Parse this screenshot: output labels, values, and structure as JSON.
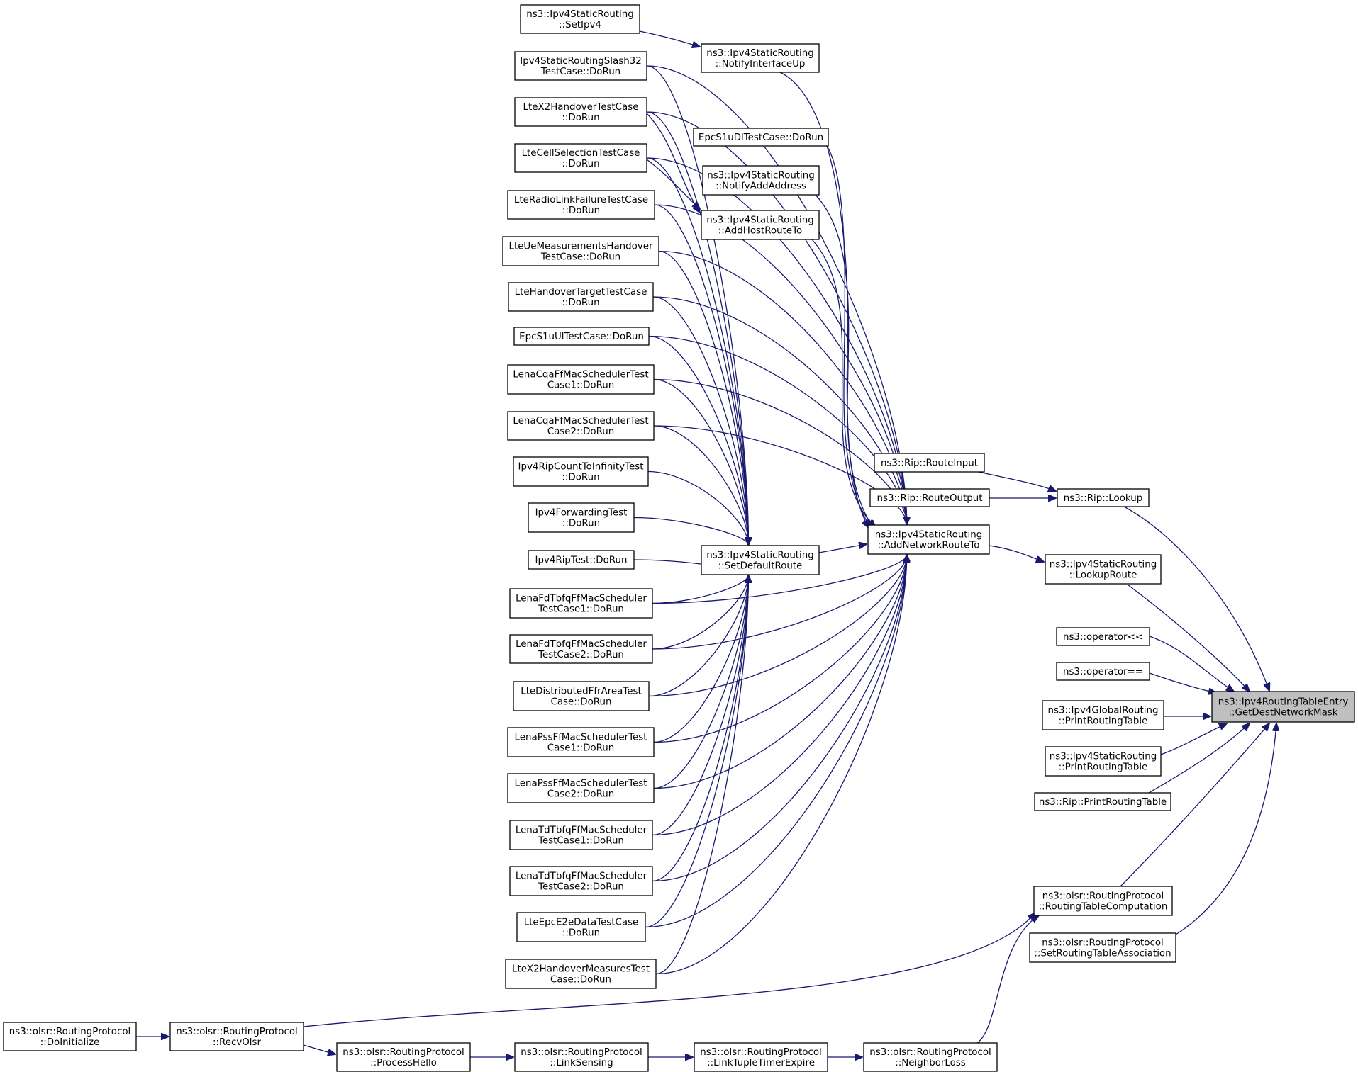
{
  "graph": {
    "nodes": [
      {
        "id": "target",
        "lines": [
          "ns3::Ipv4RoutingTableEntry",
          "::GetDestNetworkMask"
        ],
        "highlight": true
      },
      {
        "id": "setipv4",
        "lines": [
          "ns3::Ipv4StaticRouting",
          "::SetIpv4"
        ]
      },
      {
        "id": "notifyup",
        "lines": [
          "ns3::Ipv4StaticRouting",
          "::NotifyInterfaceUp"
        ]
      },
      {
        "id": "slash32",
        "lines": [
          "Ipv4StaticRoutingSlash32",
          "TestCase::DoRun"
        ]
      },
      {
        "id": "x2ho",
        "lines": [
          "LteX2HandoverTestCase",
          "::DoRun"
        ]
      },
      {
        "id": "epcdl",
        "lines": [
          "EpcS1uDlTestCase::DoRun"
        ]
      },
      {
        "id": "notifyadd",
        "lines": [
          "ns3::Ipv4StaticRouting",
          "::NotifyAddAddress"
        ]
      },
      {
        "id": "cellsel",
        "lines": [
          "LteCellSelectionTestCase",
          "::DoRun"
        ]
      },
      {
        "id": "addhost",
        "lines": [
          "ns3::Ipv4StaticRouting",
          "::AddHostRouteTo"
        ]
      },
      {
        "id": "rlf",
        "lines": [
          "LteRadioLinkFailureTestCase",
          "::DoRun"
        ]
      },
      {
        "id": "uemeas",
        "lines": [
          "LteUeMeasurementsHandover",
          "TestCase::DoRun"
        ]
      },
      {
        "id": "hotarget",
        "lines": [
          "LteHandoverTargetTestCase",
          "::DoRun"
        ]
      },
      {
        "id": "epcul",
        "lines": [
          "EpcS1uUlTestCase::DoRun"
        ]
      },
      {
        "id": "cqa1",
        "lines": [
          "LenaCqaFfMacSchedulerTest",
          "Case1::DoRun"
        ]
      },
      {
        "id": "cqa2",
        "lines": [
          "LenaCqaFfMacSchedulerTest",
          "Case2::DoRun"
        ]
      },
      {
        "id": "ripinf",
        "lines": [
          "Ipv4RipCountToInfinityTest",
          "::DoRun"
        ]
      },
      {
        "id": "routeinput",
        "lines": [
          "ns3::Rip::RouteInput"
        ]
      },
      {
        "id": "routeoutput",
        "lines": [
          "ns3::Rip::RouteOutput"
        ]
      },
      {
        "id": "riplookup",
        "lines": [
          "ns3::Rip::Lookup"
        ]
      },
      {
        "id": "fwdtest",
        "lines": [
          "Ipv4ForwardingTest",
          "::DoRun"
        ]
      },
      {
        "id": "addnet",
        "lines": [
          "ns3::Ipv4StaticRouting",
          "::AddNetworkRouteTo"
        ]
      },
      {
        "id": "setdef",
        "lines": [
          "ns3::Ipv4StaticRouting",
          "::SetDefaultRoute"
        ]
      },
      {
        "id": "riptest",
        "lines": [
          "Ipv4RipTest::DoRun"
        ]
      },
      {
        "id": "lookuproute",
        "lines": [
          "ns3::Ipv4StaticRouting",
          "::LookupRoute"
        ]
      },
      {
        "id": "fdt1",
        "lines": [
          "LenaFdTbfqFfMacScheduler",
          "TestCase1::DoRun"
        ]
      },
      {
        "id": "fdt2",
        "lines": [
          "LenaFdTbfqFfMacScheduler",
          "TestCase2::DoRun"
        ]
      },
      {
        "id": "oplt",
        "lines": [
          "ns3::operator<<"
        ]
      },
      {
        "id": "opeq",
        "lines": [
          "ns3::operator=="
        ]
      },
      {
        "id": "ffr",
        "lines": [
          "LteDistributedFfrAreaTest",
          "Case::DoRun"
        ]
      },
      {
        "id": "globalprint",
        "lines": [
          "ns3::Ipv4GlobalRouting",
          "::PrintRoutingTable"
        ]
      },
      {
        "id": "pss1",
        "lines": [
          "LenaPssFfMacSchedulerTest",
          "Case1::DoRun"
        ]
      },
      {
        "id": "staticprint",
        "lines": [
          "ns3::Ipv4StaticRouting",
          "::PrintRoutingTable"
        ]
      },
      {
        "id": "pss2",
        "lines": [
          "LenaPssFfMacSchedulerTest",
          "Case2::DoRun"
        ]
      },
      {
        "id": "ripprint",
        "lines": [
          "ns3::Rip::PrintRoutingTable"
        ]
      },
      {
        "id": "tdt1",
        "lines": [
          "LenaTdTbfqFfMacScheduler",
          "TestCase1::DoRun"
        ]
      },
      {
        "id": "tdt2",
        "lines": [
          "LenaTdTbfqFfMacScheduler",
          "TestCase2::DoRun"
        ]
      },
      {
        "id": "rtcomp",
        "lines": [
          "ns3::olsr::RoutingProtocol",
          "::RoutingTableComputation"
        ]
      },
      {
        "id": "epce2e",
        "lines": [
          "LteEpcE2eDataTestCase",
          "::DoRun"
        ]
      },
      {
        "id": "rtassoc",
        "lines": [
          "ns3::olsr::RoutingProtocol",
          "::SetRoutingTableAssociation"
        ]
      },
      {
        "id": "x2meas",
        "lines": [
          "LteX2HandoverMeasuresTest",
          "Case::DoRun"
        ]
      },
      {
        "id": "doinit",
        "lines": [
          "ns3::olsr::RoutingProtocol",
          "::DoInitialize"
        ]
      },
      {
        "id": "recvolsr",
        "lines": [
          "ns3::olsr::RoutingProtocol",
          "::RecvOlsr"
        ]
      },
      {
        "id": "prochello",
        "lines": [
          "ns3::olsr::RoutingProtocol",
          "::ProcessHello"
        ]
      },
      {
        "id": "linksense",
        "lines": [
          "ns3::olsr::RoutingProtocol",
          "::LinkSensing"
        ]
      },
      {
        "id": "linkexpire",
        "lines": [
          "ns3::olsr::RoutingProtocol",
          "::LinkTupleTimerExpire"
        ]
      },
      {
        "id": "neighloss",
        "lines": [
          "ns3::olsr::RoutingProtocol",
          "::NeighborLoss"
        ]
      }
    ],
    "edges": [
      [
        "riplookup",
        "target"
      ],
      [
        "lookuproute",
        "target"
      ],
      [
        "oplt",
        "target"
      ],
      [
        "opeq",
        "target"
      ],
      [
        "globalprint",
        "target"
      ],
      [
        "staticprint",
        "target"
      ],
      [
        "ripprint",
        "target"
      ],
      [
        "rtcomp",
        "target"
      ],
      [
        "rtassoc",
        "target"
      ],
      [
        "routeinput",
        "riplookup"
      ],
      [
        "routeoutput",
        "riplookup"
      ],
      [
        "addnet",
        "lookuproute"
      ],
      [
        "setipv4",
        "notifyup"
      ],
      [
        "notifyup",
        "addnet"
      ],
      [
        "epcdl",
        "addnet"
      ],
      [
        "notifyadd",
        "addnet"
      ],
      [
        "addhost",
        "addnet"
      ],
      [
        "slash32",
        "addnet"
      ],
      [
        "x2ho",
        "addnet"
      ],
      [
        "cellsel",
        "addnet"
      ],
      [
        "rlf",
        "addnet"
      ],
      [
        "uemeas",
        "addnet"
      ],
      [
        "hotarget",
        "addnet"
      ],
      [
        "epcul",
        "addnet"
      ],
      [
        "cqa1",
        "addnet"
      ],
      [
        "cqa2",
        "addnet"
      ],
      [
        "setdef",
        "addnet"
      ],
      [
        "fdt1",
        "addnet"
      ],
      [
        "fdt2",
        "addnet"
      ],
      [
        "ffr",
        "addnet"
      ],
      [
        "pss1",
        "addnet"
      ],
      [
        "pss2",
        "addnet"
      ],
      [
        "tdt1",
        "addnet"
      ],
      [
        "tdt2",
        "addnet"
      ],
      [
        "epce2e",
        "addnet"
      ],
      [
        "x2meas",
        "addnet"
      ],
      [
        "x2ho",
        "addhost"
      ],
      [
        "cellsel",
        "addhost"
      ],
      [
        "slash32",
        "setdef"
      ],
      [
        "x2ho",
        "setdef"
      ],
      [
        "cellsel",
        "setdef"
      ],
      [
        "rlf",
        "setdef"
      ],
      [
        "uemeas",
        "setdef"
      ],
      [
        "hotarget",
        "setdef"
      ],
      [
        "epcul",
        "setdef"
      ],
      [
        "cqa1",
        "setdef"
      ],
      [
        "cqa2",
        "setdef"
      ],
      [
        "ripinf",
        "setdef"
      ],
      [
        "fwdtest",
        "setdef"
      ],
      [
        "riptest",
        "setdef"
      ],
      [
        "fdt1",
        "setdef"
      ],
      [
        "fdt2",
        "setdef"
      ],
      [
        "ffr",
        "setdef"
      ],
      [
        "pss1",
        "setdef"
      ],
      [
        "pss2",
        "setdef"
      ],
      [
        "tdt1",
        "setdef"
      ],
      [
        "tdt2",
        "setdef"
      ],
      [
        "epce2e",
        "setdef"
      ],
      [
        "x2meas",
        "setdef"
      ],
      [
        "recvolsr",
        "rtcomp"
      ],
      [
        "neighloss",
        "rtcomp"
      ],
      [
        "doinit",
        "recvolsr"
      ],
      [
        "recvolsr",
        "prochello"
      ],
      [
        "prochello",
        "linksense"
      ],
      [
        "linksense",
        "linkexpire"
      ],
      [
        "linkexpire",
        "neighloss"
      ]
    ]
  }
}
